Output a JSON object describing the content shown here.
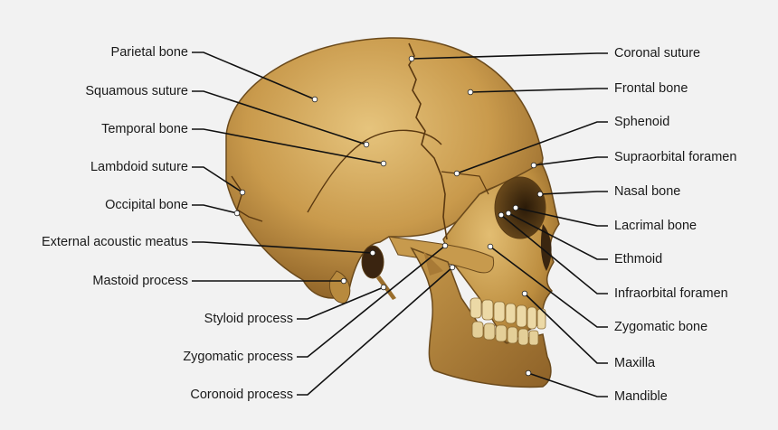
{
  "diagram": {
    "labels_left": [
      "Parietal bone",
      "Squamous suture",
      "Temporal bone",
      "Lambdoid suture",
      "Occipital bone",
      "External acoustic meatus",
      "Mastoid process",
      "Styloid process",
      "Zygomatic process",
      "Coronoid process"
    ],
    "labels_right": [
      "Coronal suture",
      "Frontal bone",
      "Sphenoid",
      "Supraorbital foramen",
      "Nasal bone",
      "Lacrimal bone",
      "Ethmoid",
      "Infraorbital foramen",
      "Zygomatic bone",
      "Maxilla",
      "Mandible"
    ],
    "colors": {
      "background": "#f2f2f2",
      "bone_light": "#d9b36a",
      "bone_mid": "#b88a3e",
      "bone_dark": "#7a5420",
      "leader_line": "#111111"
    }
  }
}
